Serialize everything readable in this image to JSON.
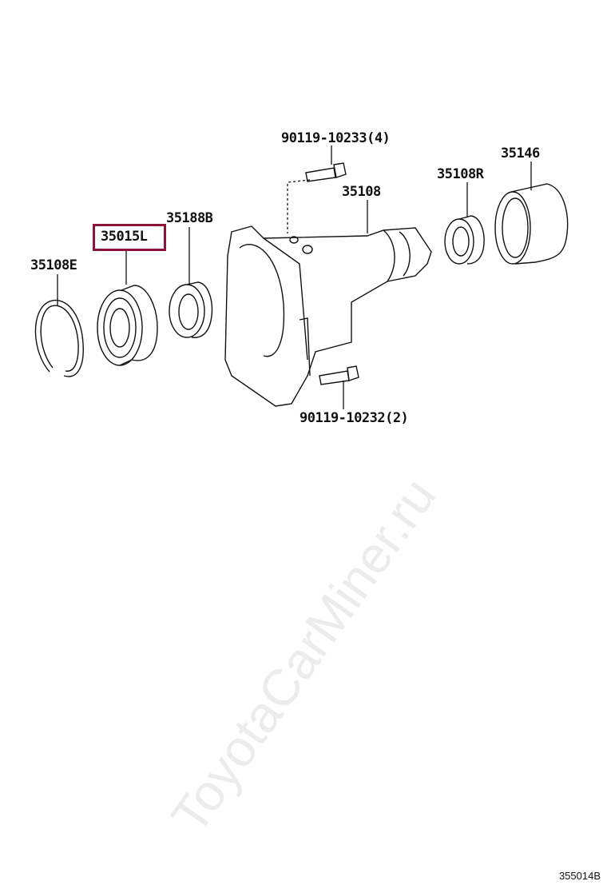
{
  "watermark": "ToyotaCarMiner.ru",
  "diagram_code": "355014B",
  "highlight_color": "#8b1538",
  "parts": {
    "bolt_top": "90119-10233(4)",
    "cover": "35146",
    "seal_rear": "35108R",
    "extension_housing": "35108",
    "oil_seal": "35188B",
    "bearing": "35015L",
    "snap_ring": "35108E",
    "bolt_bottom": "90119-10232(2)"
  }
}
